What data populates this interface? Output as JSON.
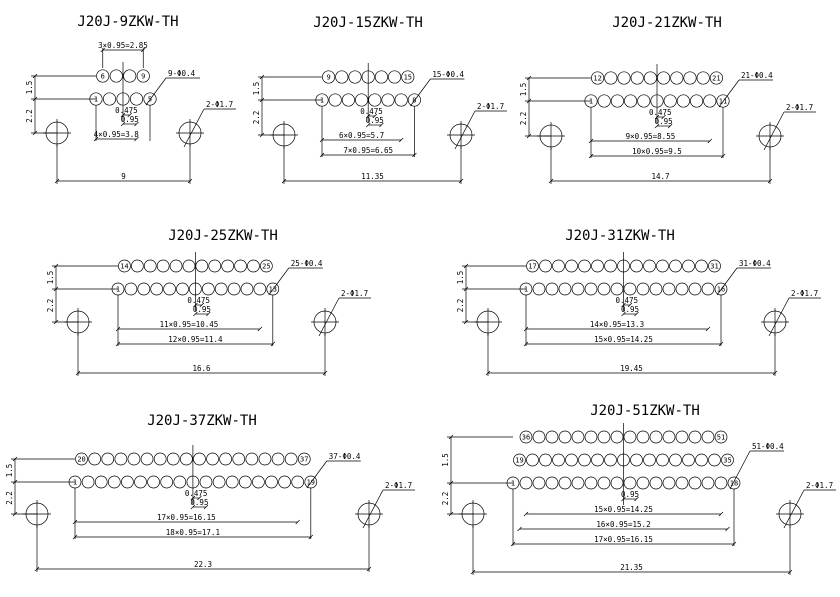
{
  "connectors": [
    {
      "id": "j20j-9",
      "title": "J20J-9ZKW-TH",
      "top_count": 4,
      "bottom_count": 5,
      "top_first": "6",
      "top_last": "9",
      "bottom_first": "1",
      "bottom_last": "5",
      "holes_label": "9-Φ0.4",
      "mount_label": "2-Φ1.7",
      "top_span_label": "3×0.95=2.85",
      "half_pitch_label": "0.475",
      "pitch_label": "0.95",
      "bottom_span_label": "4×0.95=3.8",
      "extra_span_label": "",
      "overall_label": "9",
      "v_upper_label": "1.5",
      "v_lower_label": "2.2"
    },
    {
      "id": "j20j-15",
      "title": "J20J-15ZKW-TH",
      "top_count": 7,
      "bottom_count": 8,
      "top_first": "9",
      "top_last": "15",
      "bottom_first": "1",
      "bottom_last": "8",
      "holes_label": "15-Φ0.4",
      "mount_label": "2-Φ1.7",
      "top_span_label": "",
      "half_pitch_label": "0.475",
      "pitch_label": "0.95",
      "bottom_span_label": "6×0.95=5.7",
      "extra_span_label": "7×0.95=6.65",
      "overall_label": "11.35",
      "v_upper_label": "1.5",
      "v_lower_label": "2.2"
    },
    {
      "id": "j20j-21",
      "title": "J20J-21ZKW-TH",
      "top_count": 10,
      "bottom_count": 11,
      "top_first": "12",
      "top_last": "21",
      "bottom_first": "1",
      "bottom_last": "11",
      "holes_label": "21-Φ0.4",
      "mount_label": "2-Φ1.7",
      "top_span_label": "",
      "half_pitch_label": "0.475",
      "pitch_label": "0.95",
      "bottom_span_label": "9×0.95=8.55",
      "extra_span_label": "10×0.95=9.5",
      "overall_label": "14.7",
      "v_upper_label": "1.5",
      "v_lower_label": "2.2"
    },
    {
      "id": "j20j-25",
      "title": "J20J-25ZKW-TH",
      "top_count": 12,
      "bottom_count": 13,
      "top_first": "14",
      "top_last": "25",
      "bottom_first": "1",
      "bottom_last": "13",
      "holes_label": "25-Φ0.4",
      "mount_label": "2-Φ1.7",
      "top_span_label": "",
      "half_pitch_label": "0.475",
      "pitch_label": "0.95",
      "bottom_span_label": "11×0.95=10.45",
      "extra_span_label": "12×0.95=11.4",
      "overall_label": "16.6",
      "v_upper_label": "1.5",
      "v_lower_label": "2.2"
    },
    {
      "id": "j20j-31",
      "title": "J20J-31ZKW-TH",
      "top_count": 15,
      "bottom_count": 16,
      "top_first": "17",
      "top_last": "31",
      "bottom_first": "1",
      "bottom_last": "16",
      "holes_label": "31-Φ0.4",
      "mount_label": "2-Φ1.7",
      "top_span_label": "",
      "half_pitch_label": "0.475",
      "pitch_label": "0.95",
      "bottom_span_label": "14×0.95=13.3",
      "extra_span_label": "15×0.95=14.25",
      "overall_label": "19.45",
      "v_upper_label": "1.5",
      "v_lower_label": "2.2"
    },
    {
      "id": "j20j-37",
      "title": "J20J-37ZKW-TH",
      "top_count": 18,
      "bottom_count": 19,
      "top_first": "20",
      "top_last": "37",
      "bottom_first": "1",
      "bottom_last": "19",
      "holes_label": "37-Φ0.4",
      "mount_label": "2-Φ1.7",
      "top_span_label": "",
      "half_pitch_label": "0.475",
      "pitch_label": "0.95",
      "bottom_span_label": "17×0.95=16.15",
      "extra_span_label": "18×0.95=17.1",
      "overall_label": "22.3",
      "v_upper_label": "1.5",
      "v_lower_label": "2.2"
    },
    {
      "id": "j20j-51",
      "title": "J20J-51ZKW-TH",
      "top_count": 16,
      "mid_count": 17,
      "bottom_count": 18,
      "top_first": "36",
      "top_last": "51",
      "mid_first": "19",
      "mid_last": "35",
      "bottom_first": "1",
      "bottom_last": "18",
      "holes_label": "51-Φ0.4",
      "mount_label": "2-Φ1.7",
      "top_span_label": "15×0.95=14.25",
      "half_pitch_label": "",
      "pitch_label": "0.95",
      "bottom_span_label": "16×0.95=15.2",
      "extra_span_label": "17×0.95=16.15",
      "overall_label": "21.35",
      "v_upper_label": "1.5",
      "v_lower_label": "2.2"
    }
  ]
}
